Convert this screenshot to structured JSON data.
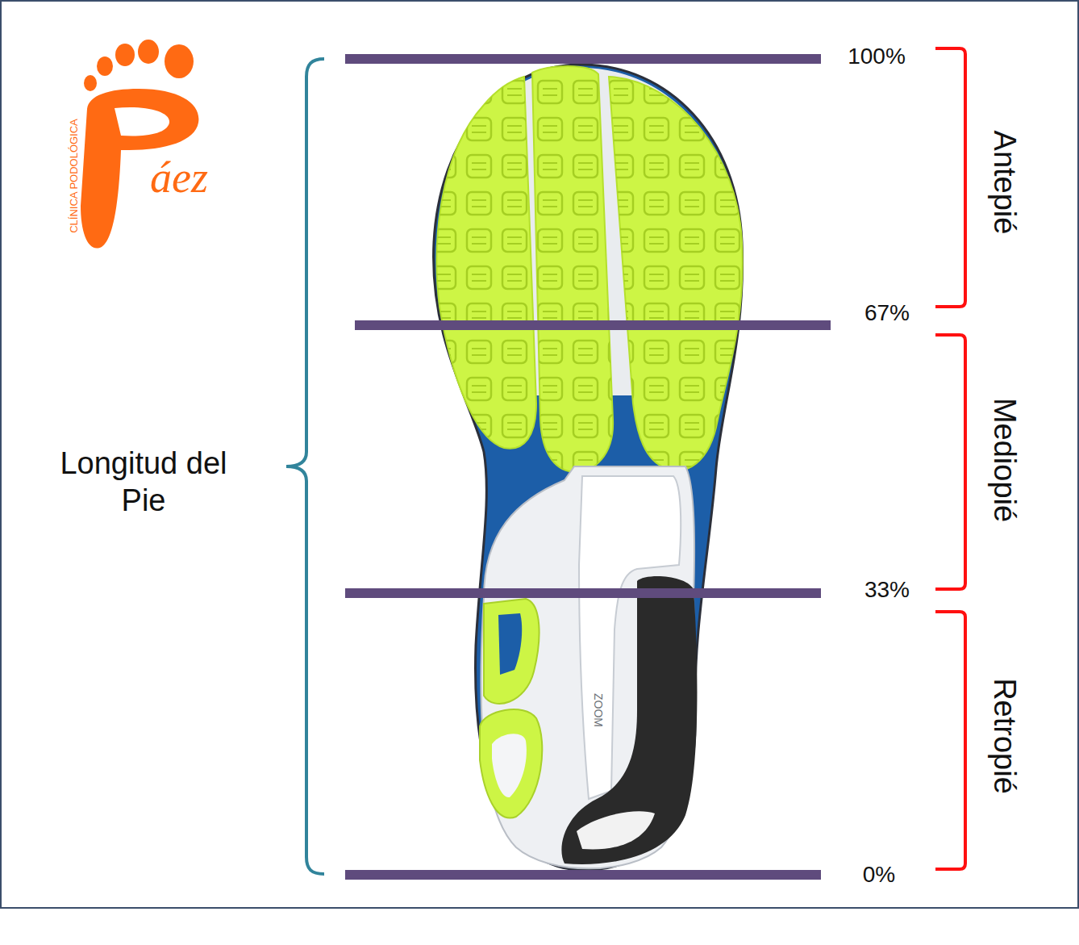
{
  "diagram": {
    "labels": [
      "CLÍNICA PODOLÓGICA",
      "áez",
      "Longitud del Pie",
      "100%",
      "67%",
      "33%",
      "0%",
      "Antepié",
      "Mediopié",
      "Retropié",
      "ZOOM"
    ]
  }
}
